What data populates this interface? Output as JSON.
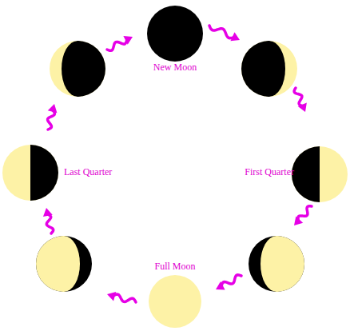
{
  "diagram": {
    "labels": [
      "New Moon",
      "First Quarter",
      "Full Moon",
      "Last Quarter"
    ]
  }
}
